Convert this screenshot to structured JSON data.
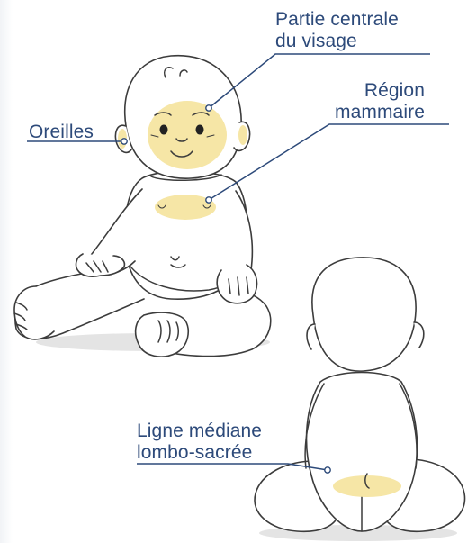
{
  "colors": {
    "label": "#2d4a7a",
    "leader_line": "#2d4a7a",
    "highlight": "#f6e6a6",
    "outline": "#3c3c3c",
    "ground_shadow": "#e4e4e4"
  },
  "labels": {
    "face": {
      "line1": "Partie centrale",
      "line2": "du visage"
    },
    "chest": {
      "line1": "Région",
      "line2": "mammaire"
    },
    "ears": {
      "text": "Oreilles"
    },
    "lumbar": {
      "line1": "Ligne médiane",
      "line2": "lombo-sacrée"
    }
  },
  "figures": {
    "front": "baby-sitting-front",
    "back": "baby-sitting-back"
  }
}
